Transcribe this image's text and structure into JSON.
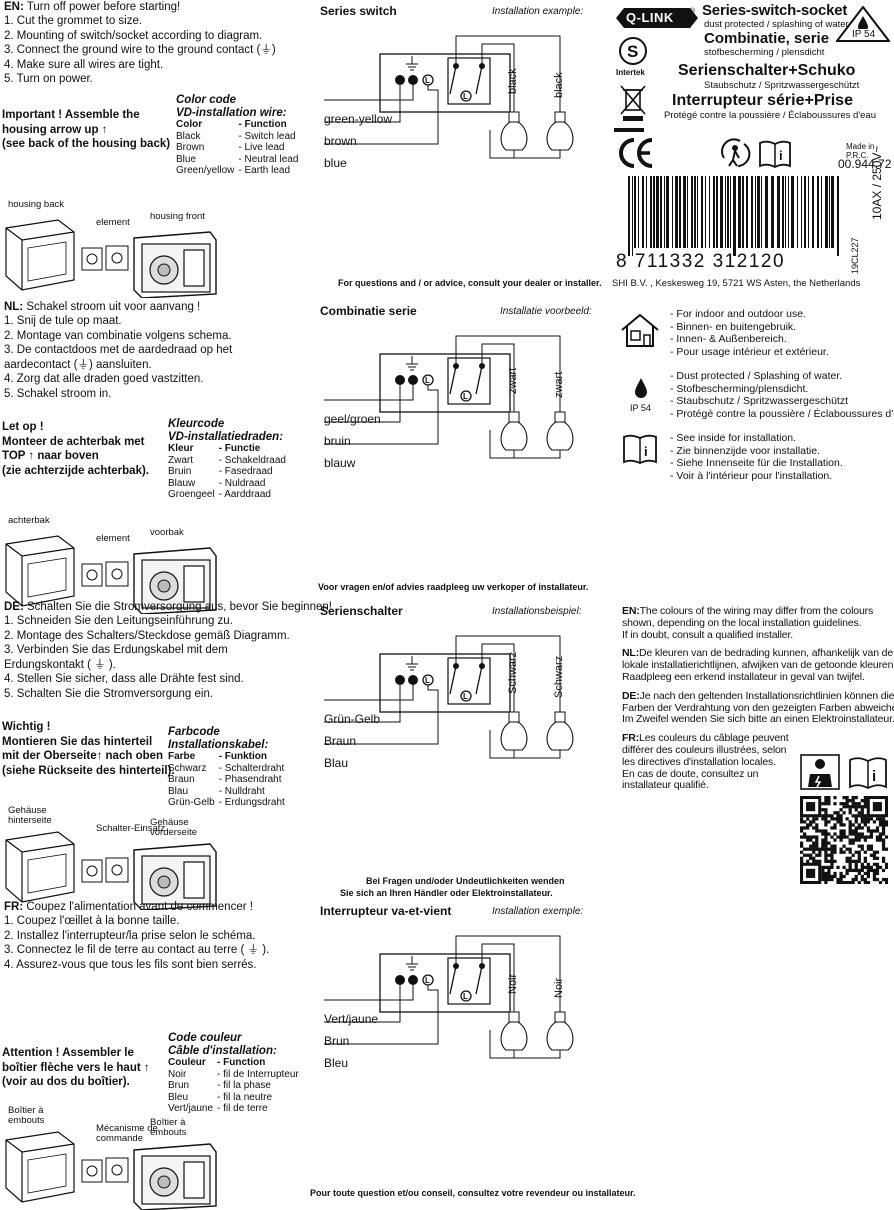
{
  "sections": [
    {
      "lang": "EN:",
      "intro": "Turn off power before starting!",
      "steps": [
        "1.  Cut the grommet to size.",
        "2.  Mounting of switch/socket according to diagram.",
        "3.  Connect the ground wire to the ground contact (⏚)",
        "4.  Make sure all wires are tight.",
        "5.  Turn on power."
      ],
      "important": [
        "Important !  Assemble the",
        "housing arrow up ↑",
        "(see back of the housing back)"
      ],
      "color_title": [
        "Color code",
        "VD-installation wire:"
      ],
      "color_rows": [
        [
          "Color",
          "- Function"
        ],
        [
          "Black",
          "- Switch lead"
        ],
        [
          "Brown",
          "- Live lead"
        ],
        [
          "Blue",
          "- Neutral lead"
        ],
        [
          "Green/yellow",
          "- Earth lead"
        ]
      ],
      "parts": [
        "housing back",
        "element",
        "housing front"
      ],
      "diagram_title": "Series switch",
      "diagram_sub": "Installation example:",
      "wires": [
        "green-yellow",
        "brown",
        "blue"
      ],
      "lamp_labels": [
        "black",
        "black"
      ],
      "footer": "For questions and / or advice, consult your dealer or installer."
    },
    {
      "lang": "NL:",
      "intro": "Schakel stroom uit voor aanvang !",
      "steps": [
        "1.  Snij de tule op maat.",
        "2.  Montage van combinatie volgens schema.",
        "3.  De contactdoos met de aardedraad op het",
        "     aardecontact (⏚) aansluiten.",
        "4.  Zorg dat alle draden goed vastzitten.",
        "5.  Schakel stroom in."
      ],
      "important": [
        "Let op !",
        "Monteer de achterbak met",
        "TOP ↑ naar boven",
        "(zie achterzijde achterbak)."
      ],
      "color_title": [
        "Kleurcode",
        "VD-installatiedraden:"
      ],
      "color_rows": [
        [
          "Kleur",
          "- Functie"
        ],
        [
          "Zwart",
          "- Schakeldraad"
        ],
        [
          "Bruin",
          "- Fasedraad"
        ],
        [
          "Blauw",
          "- Nuldraad"
        ],
        [
          "Groengeel",
          "- Aarddraad"
        ]
      ],
      "parts": [
        "achterbak",
        "element",
        "voorbak"
      ],
      "diagram_title": "Combinatie serie",
      "diagram_sub": "Installatie voorbeeld:",
      "wires": [
        "geel/groen",
        "bruin",
        "blauw"
      ],
      "lamp_labels": [
        "zwart",
        "zwart"
      ],
      "footer": "Voor vragen en/of advies raadpleeg uw verkoper of installateur."
    },
    {
      "lang": "DE:",
      "intro": "Schalten Sie die Stromversorgung aus, bevor Sie beginnen!",
      "steps": [
        "1.  Schneiden Sie den Leitungseinführung zu.",
        "2.  Montage des Schalters/Steckdose gemäß Diagramm.",
        "3.  Verbinden Sie das Erdungskabel mit dem",
        "     Erdungskontakt ( ⏚ ).",
        "4.  Stellen Sie sicher, dass alle Drähte fest sind.",
        "5.  Schalten Sie die Stromversorgung ein."
      ],
      "important": [
        "Wichtig !",
        "Montieren Sie das hinterteil",
        "mit der Oberseite↑ nach oben",
        "(siehe Rückseite des hinterteil)."
      ],
      "color_title": [
        "Farbcode",
        "Installationskabel:"
      ],
      "color_rows": [
        [
          "Farbe",
          "- Funktion"
        ],
        [
          "Schwarz",
          "- Schalterdraht"
        ],
        [
          "Braun",
          "- Phasendraht"
        ],
        [
          "Blau",
          "- Nulldraht"
        ],
        [
          "Grün-Gelb",
          "- Erdungsdraht"
        ]
      ],
      "parts": [
        "Gehäuse hinterseite",
        "Schalter-Einsatz",
        "Gehäuse vorderseite"
      ],
      "diagram_title": "Serienschalter",
      "diagram_sub": "Installationsbeispiel:",
      "wires": [
        "Grün-Gelb",
        "Braun",
        "Blau"
      ],
      "lamp_labels": [
        "Schwarz",
        "Schwarz"
      ],
      "footer": [
        "Bei Fragen und/oder Undeutlichkeiten wenden",
        "Sie sich an Ihren Händler oder Elektroinstallateur."
      ]
    },
    {
      "lang": "FR:",
      "intro": "Coupez l'alimentation avant de commencer !",
      "steps": [
        "1.  Coupez l'œillet à la bonne taille.",
        "2.  Installez l'interrupteur/la prise selon le schéma.",
        "3.  Connectez le fil de terre au contact au terre ( ⏚ ).",
        "4.  Assurez-vous que tous les fils sont bien serrés."
      ],
      "important": [
        "Attention !  Assembler le",
        "boîtier flèche vers le haut ↑",
        "(voir au dos du boîtier)."
      ],
      "color_title": [
        "Code couleur",
        "Câble d'installation:"
      ],
      "color_rows": [
        [
          "Couleur",
          "- Function"
        ],
        [
          "Noir",
          "- fil de Interrupteur"
        ],
        [
          "Brun",
          "- fil la phase"
        ],
        [
          "Bleu",
          "- fil la neutre"
        ],
        [
          "Vert/jaune",
          "- fil de terre"
        ]
      ],
      "parts": [
        "Boîtier à embouts",
        "Mécanisme de commande",
        "Boîtier à embouts"
      ],
      "diagram_title": "Interrupteur va-et-vient",
      "diagram_sub": "Installation exemple:",
      "wires": [
        "Vert/jaune",
        "Brun",
        "Bleu"
      ],
      "lamp_labels": [
        "Noir",
        "Noir"
      ],
      "footer": "Pour toute question et/ou conseil, consultez votre revendeur ou installateur."
    }
  ],
  "label": {
    "brand": "Q-LINK",
    "reg": "®",
    "lines": [
      "Series-switch-socket",
      "dust protected / splashing of water",
      "Combinatie, serie",
      "stofbescherming / plensdicht",
      "Serienschalter+Schuko",
      "Staubschutz / Spritzwassergeschützt",
      "Interrupteur série+Prise",
      "Protégé contre la poussière / Éclaboussures d'eau"
    ],
    "ip": "IP 54",
    "intertek": "Intertek",
    "made_in": "Made in P.R.C.",
    "article": "00.944.72",
    "barcode_digits": "8   711332   312120",
    "rating": "10AX / 250V~",
    "batch": "19CL227",
    "address": "SHI B.V. , Keskesweg 19, 5721 WS  Asten, the Netherlands"
  },
  "features": [
    [
      "-  For indoor and outdoor use.",
      "-  Binnen- en buitengebruik.",
      "-  Innen- & Außenbereich.",
      "-  Pour usage intérieur et extérieur."
    ],
    [
      "-  Dust protected / Splashing of water.",
      "-  Stofbescherming/plensdicht.",
      "-  Staubschutz / Spritzwassergeschützt",
      "-  Protégé contre la poussière / Éclaboussures d'eau."
    ],
    [
      "-  See inside for installation.",
      "-  Zie binnenzijde voor installatie.",
      "-  Siehe Innenseite für die Installation.",
      "-  Voir à l'intérieur pour l'installation."
    ]
  ],
  "feature_ip": "IP 54",
  "notes": [
    {
      "lang": "EN:",
      "lines": [
        "The colours of the wiring may differ from the colours",
        "shown, depending on the local installation guidelines.",
        "If in doubt, consult a qualified installer."
      ]
    },
    {
      "lang": "NL:",
      "lines": [
        "De kleuren van de bedrading kunnen, afhankelijk van de",
        "lokale installatierichtlijnen, afwijken van de getoonde kleuren.",
        "Raadpleeg een erkend installateur in geval van twijfel."
      ]
    },
    {
      "lang": "DE:",
      "lines": [
        "Je nach den geltenden Installationsrichtlinien können die",
        "Farben der Verdrahtung von den gezeigten Farben abweichen.",
        "Im Zweifel wenden Sie sich bitte an einen Elektroinstallateur."
      ]
    },
    {
      "lang": "FR:",
      "lines": [
        "Les couleurs du câblage peuvent",
        "différer des couleurs illustrées, selon",
        "les directives d'installation locales.",
        "En cas de doute, consultez un",
        "installateur qualifié."
      ]
    }
  ]
}
